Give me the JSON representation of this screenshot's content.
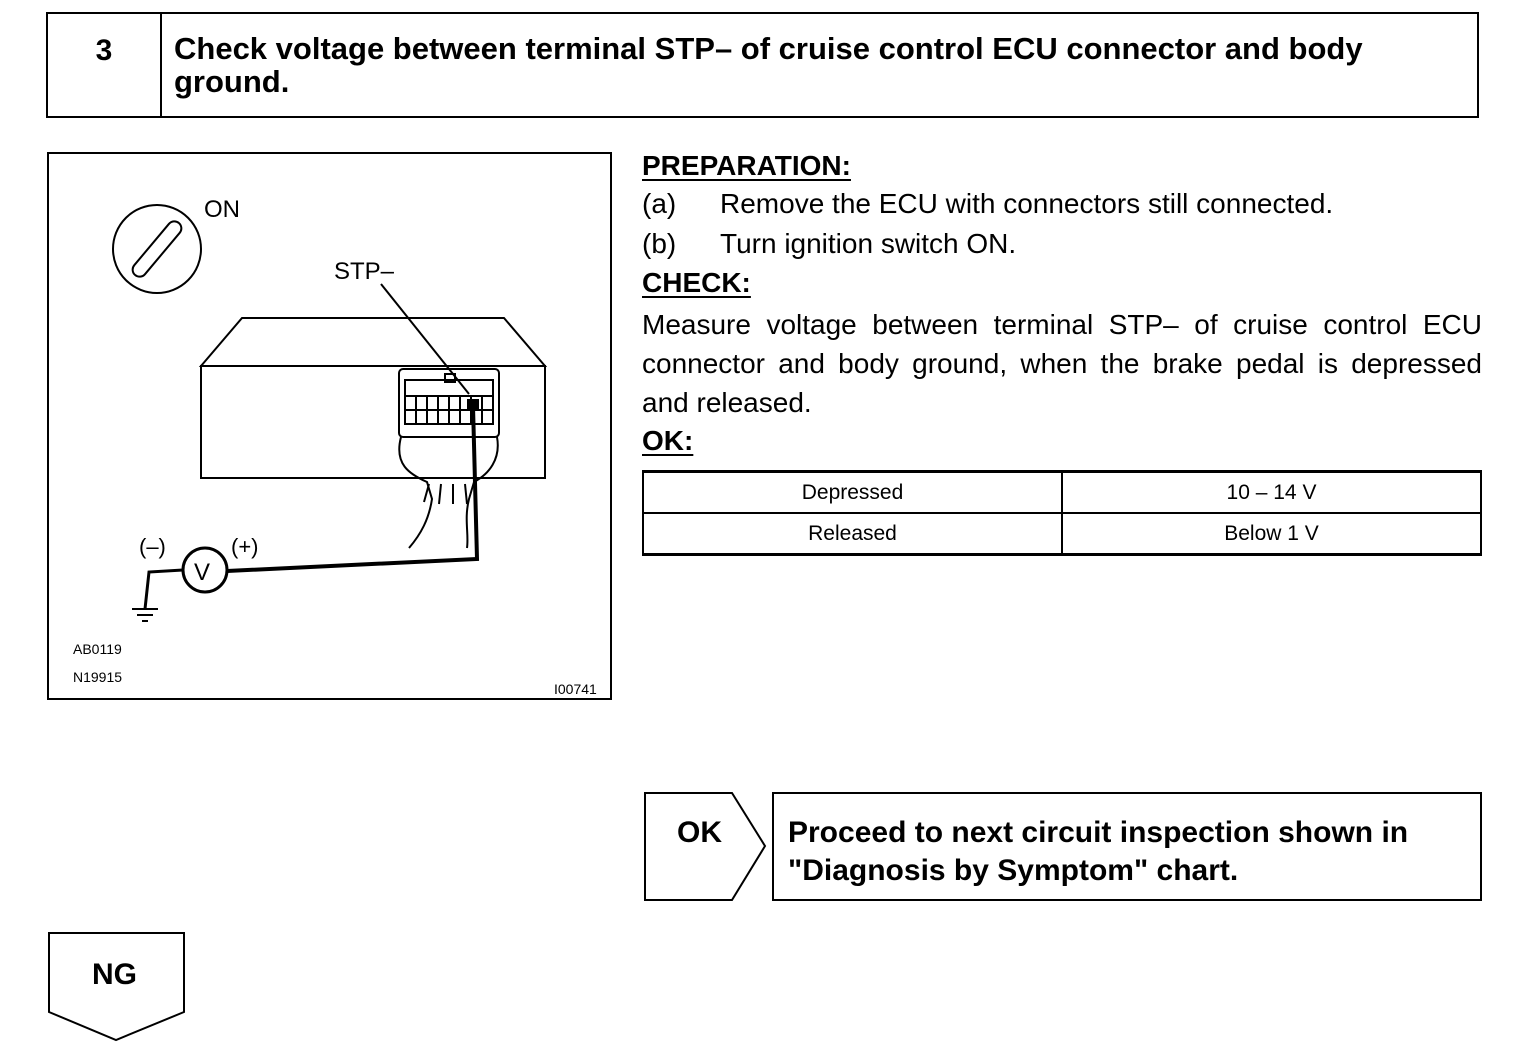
{
  "step": {
    "number": "3",
    "title": "Check voltage between terminal STP–  of cruise control ECU connector and body ground."
  },
  "illustration": {
    "labels": {
      "on": "ON",
      "stp": "STP–",
      "minus": "(–)",
      "plus": "(+)",
      "voltmeter": "V",
      "code1": "AB0119",
      "code2": "N19915",
      "code3": "I00741"
    }
  },
  "preparation": {
    "heading": "PREPARATION:",
    "items": [
      {
        "marker": "(a)",
        "text": "Remove the ECU with connectors still connected."
      },
      {
        "marker": "(b)",
        "text": "Turn ignition switch ON."
      }
    ]
  },
  "check": {
    "heading": "CHECK:",
    "text": "Measure voltage between terminal STP– of cruise control ECU connector and body ground, when the brake pedal is depressed and released."
  },
  "ok_spec": {
    "heading": "OK:",
    "rows": [
      {
        "condition": "Depressed",
        "value": "10 – 14 V"
      },
      {
        "condition": "Released",
        "value": "Below 1 V"
      }
    ]
  },
  "ok_result": {
    "label": "OK",
    "text": "Proceed to next circuit inspection shown in \"Diagnosis by Symptom\" chart."
  },
  "ng": {
    "label": "NG"
  }
}
